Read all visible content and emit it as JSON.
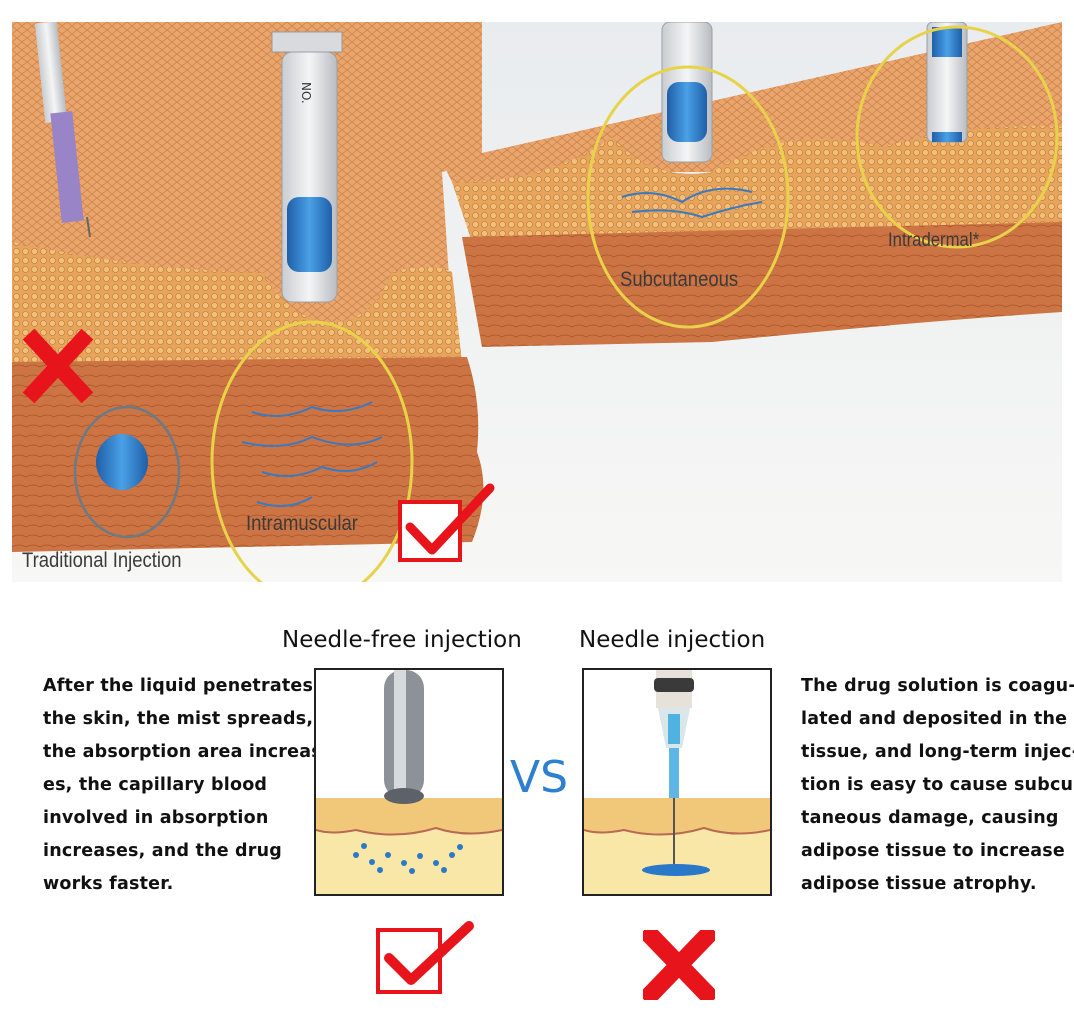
{
  "top_image": {
    "labels": {
      "traditional": "Traditional Injection",
      "intramuscular": "Intramuscular",
      "subcutaneous": "Subcutaneous",
      "intradermal": "Intradermal*"
    },
    "syringe_text": "NO."
  },
  "comparison": {
    "needle_free": {
      "title": "Needle-free injection",
      "description_lines": [
        "After the liquid penetrates",
        "the skin, the mist spreads,",
        "the absorption area increas-",
        "es, the capillary blood",
        "involved in absorption",
        "increases, and the drug",
        "works faster."
      ]
    },
    "vs_label": "VS",
    "needle": {
      "title": "Needle injection",
      "description_lines": [
        "The drug solution is coagu-",
        "lated and deposited in the",
        "tissue, and long-term injec-",
        "tion is easy to cause subcu-",
        "taneous damage, causing",
        "adipose tissue to increase",
        "adipose tissue atrophy."
      ]
    }
  },
  "colors": {
    "mark_red": "#e8141b",
    "vs_blue": "#2f7fd0",
    "skin": "#e8a26a",
    "muscle": "#c86a3c",
    "fat_yellow": "#f3d77a",
    "liquid_blue": "#2a78c8",
    "circle_yellow": "#e8d24a"
  }
}
